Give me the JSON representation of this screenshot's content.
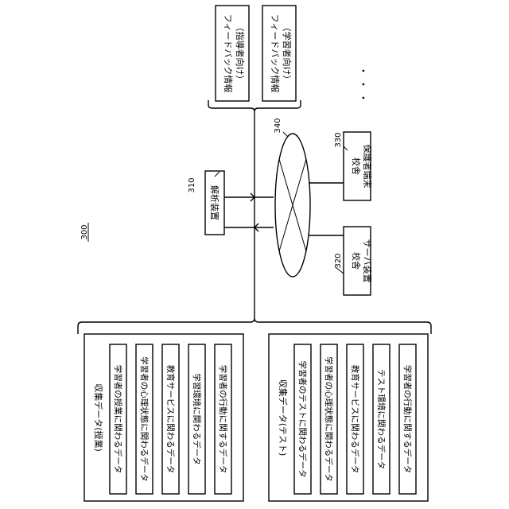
{
  "figure_number": "300",
  "analysis_device": {
    "ref": "310",
    "label": "解析装置"
  },
  "server": {
    "ref": "320",
    "lines": [
      "校舎",
      "サーバ装置"
    ]
  },
  "guardian_terminal": {
    "ref": "330",
    "lines": [
      "校舎",
      "保護者端末"
    ]
  },
  "network": {
    "ref": "340"
  },
  "feedback_boxes": [
    {
      "lines": [
        "フィードバック情報",
        "（指導者向け）"
      ]
    },
    {
      "lines": [
        "フィードバック情報",
        "（学習者向け）"
      ]
    }
  ],
  "ellipsis": "・・・",
  "collected_class": {
    "title": "収集データ(授業)",
    "items": [
      "学習者の授業に関わるデータ",
      "学習者の心理状態に関わるデータ",
      "教育サービスに関わるデータ",
      "学習環境に関わるデータ",
      "学習者の行動に関するデータ"
    ]
  },
  "collected_test": {
    "title": "収集データ(テスト)",
    "items": [
      "学習者のテストに関わるデータ",
      "学習者の心理状態に関わるデータ",
      "教育サービスに関わるデータ",
      "テスト環境に関わるデータ",
      "学習者の行動に関するデータ"
    ]
  }
}
